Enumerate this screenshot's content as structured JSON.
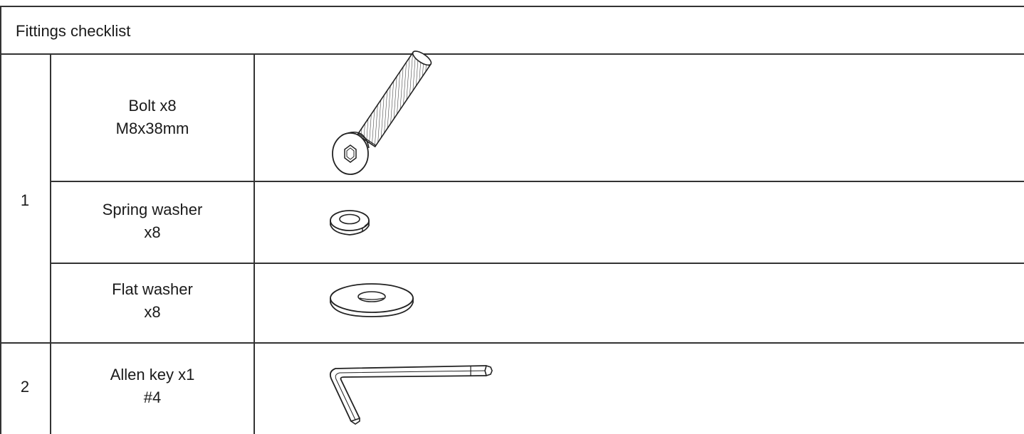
{
  "title": "Fittings checklist",
  "groups": [
    {
      "number": "1"
    },
    {
      "number": "2"
    }
  ],
  "items": [
    {
      "line1": "Bolt x8",
      "line2": "M8x38mm",
      "icon": "bolt-icon"
    },
    {
      "line1": "Spring washer",
      "line2": "x8",
      "icon": "spring-washer-icon"
    },
    {
      "line1": "Flat washer",
      "line2": "x8",
      "icon": "flat-washer-icon"
    },
    {
      "line1": "Allen key x1",
      "line2": "#4",
      "icon": "allen-key-icon"
    }
  ],
  "colors": {
    "line": "#333333",
    "ink": "#1a1a1a",
    "background": "#ffffff"
  }
}
